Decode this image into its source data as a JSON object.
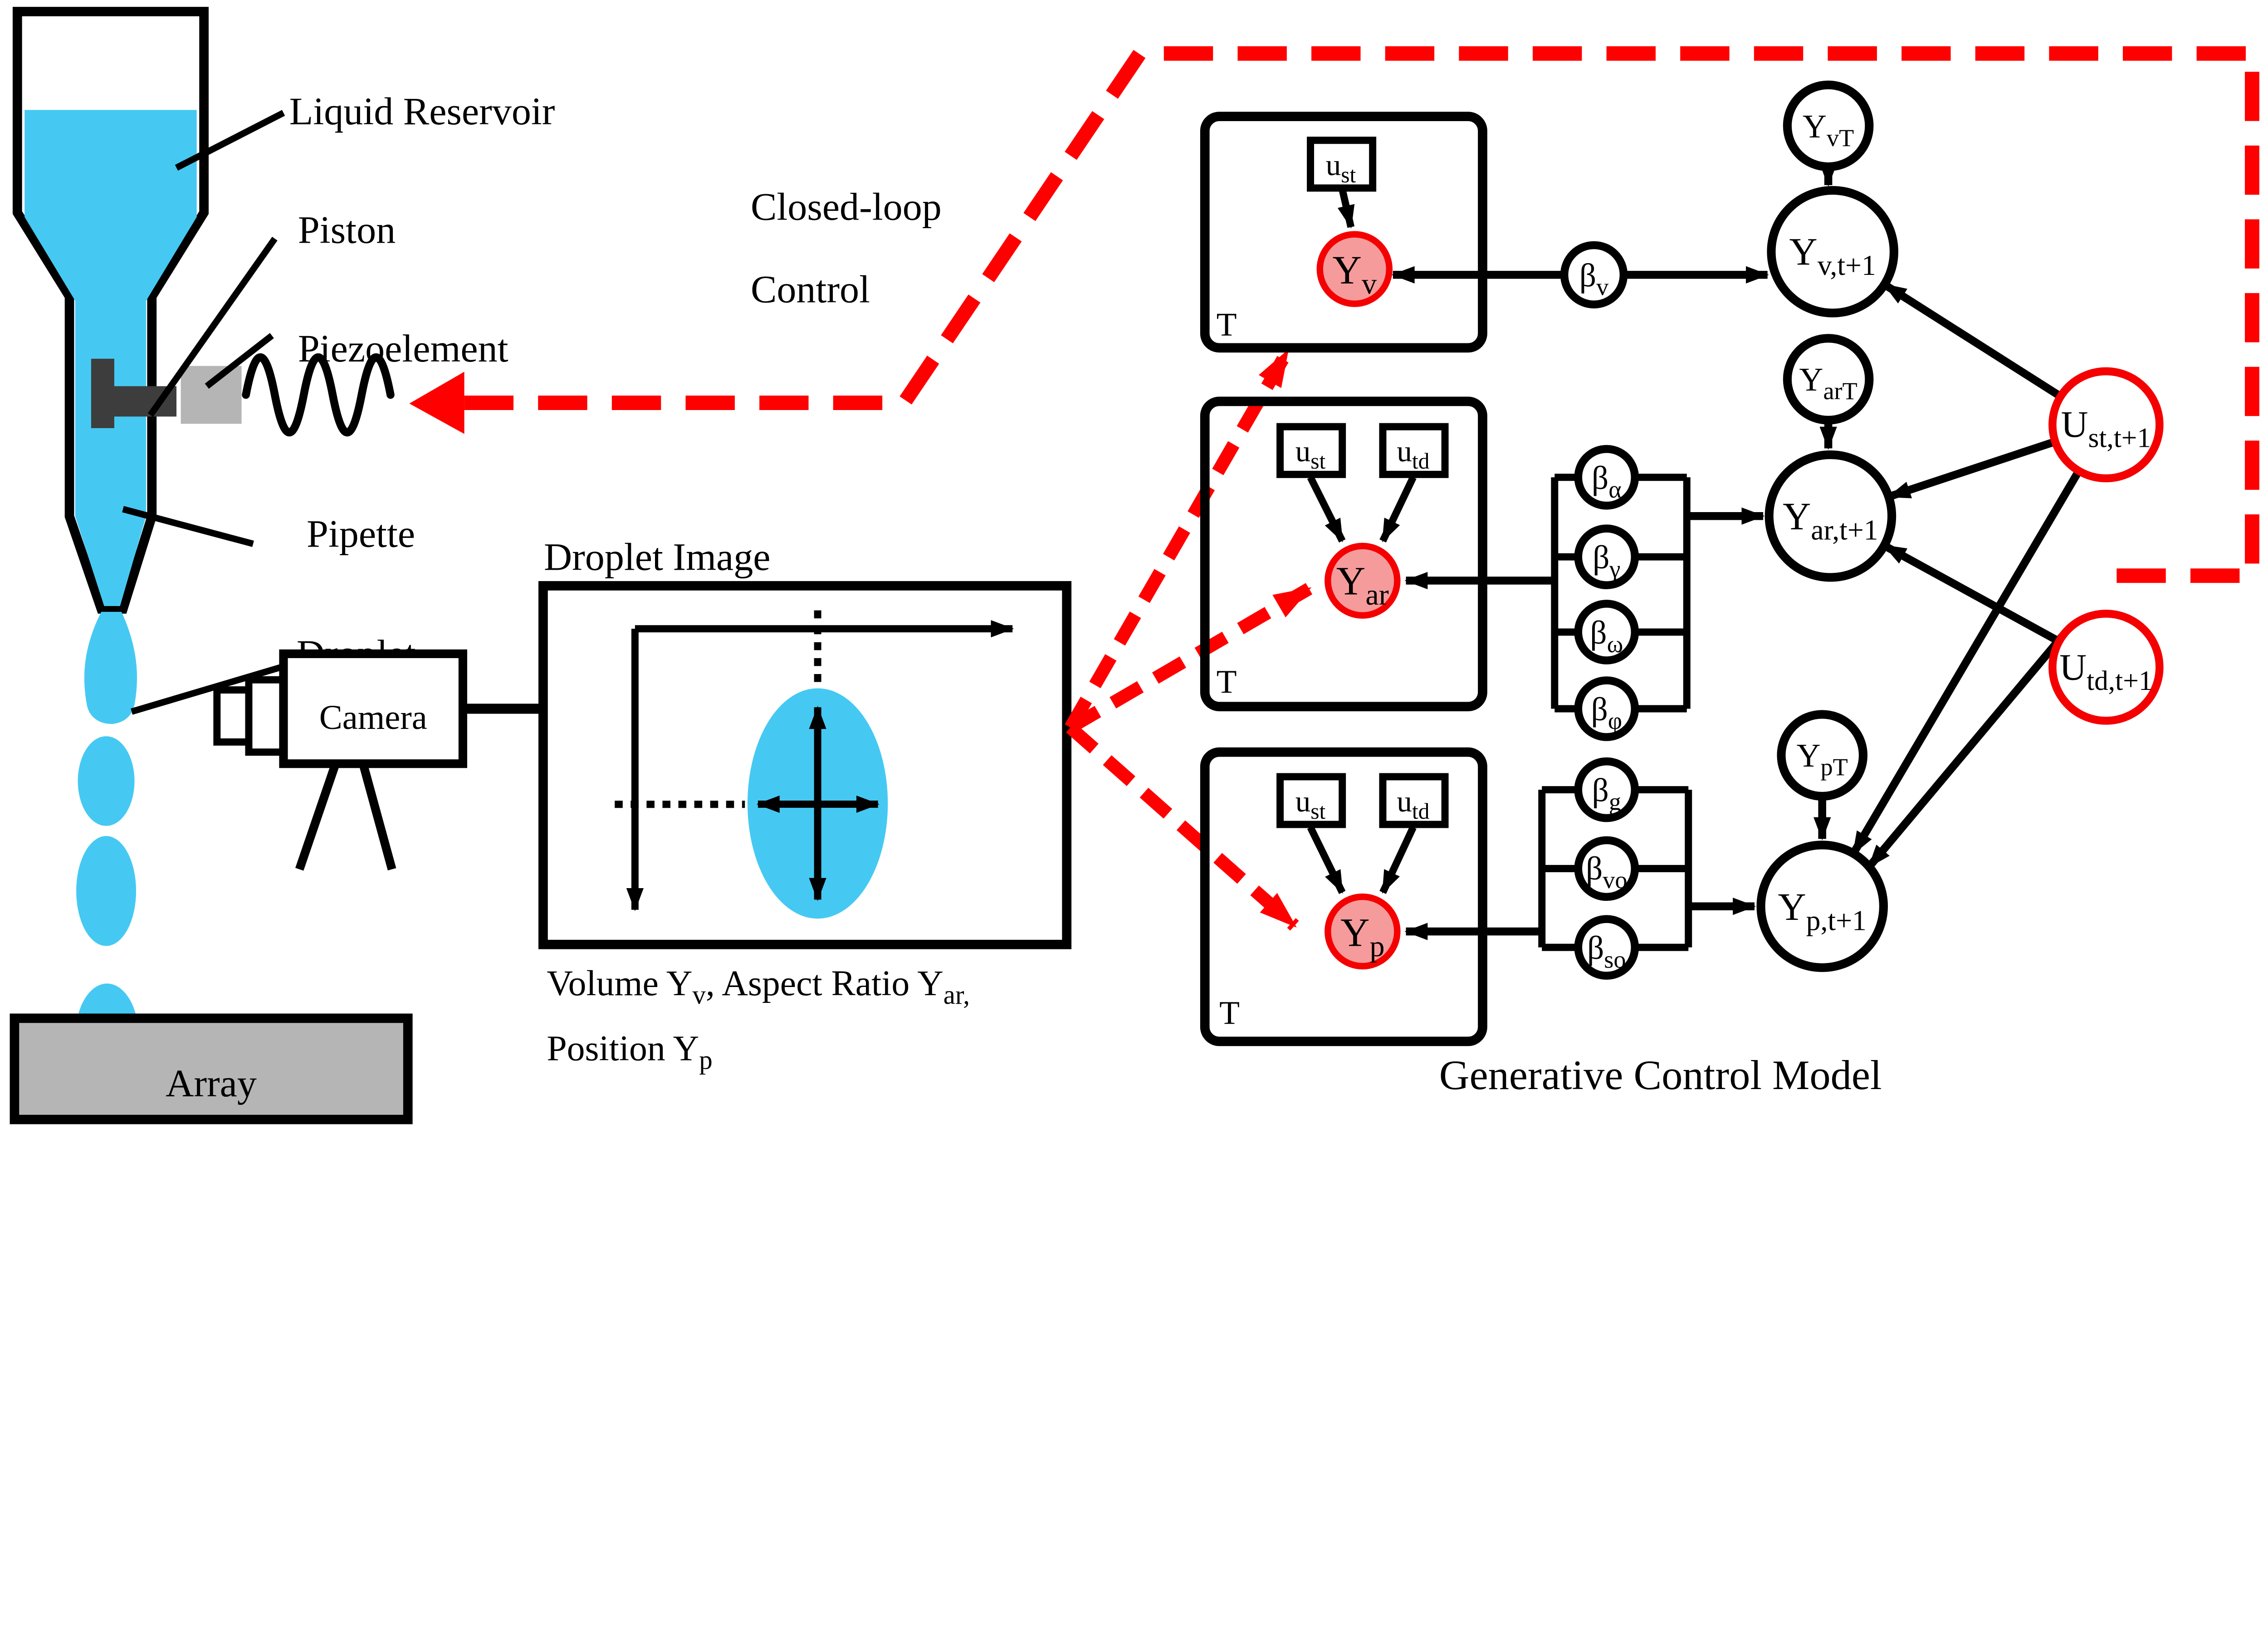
{
  "colors": {
    "accent_red": "#FF0000",
    "node_fill_red": "#F69B9B",
    "node_stroke_red": "#F40000",
    "liquid_cyan": "#45C9F2",
    "gray": "#B5B5B5",
    "piston_dark": "#3D3D3D"
  },
  "apparatus": {
    "liquid_reservoir": "Liquid Reservoir",
    "piston": "Piston",
    "piezoelement": "Piezoelement",
    "pipette": "Pipette",
    "droplet": "Droplet",
    "array": "Array",
    "camera": "Camera"
  },
  "closed_loop": {
    "line1": "Closed-loop",
    "line2": "Control"
  },
  "droplet_image": {
    "title": "Droplet Image",
    "caption": {
      "part1": "Volume Y",
      "sub1": "v",
      "part2": ", Aspect Ratio Y",
      "sub2": "ar,",
      "line2": "Position Y",
      "sub3": "p"
    }
  },
  "model": {
    "title": "Generative Control Model",
    "plate_T": "T",
    "u_st": {
      "main": "u",
      "sub": "st"
    },
    "u_td": {
      "main": "u",
      "sub": "td"
    },
    "y_v": {
      "main": "Y",
      "sub": "v"
    },
    "y_ar": {
      "main": "Y",
      "sub": "ar"
    },
    "y_p": {
      "main": "Y",
      "sub": "p"
    },
    "beta_v": {
      "main": "β",
      "sub": "v"
    },
    "beta_alpha": {
      "main": "β",
      "sub": "α"
    },
    "beta_gamma": {
      "main": "β",
      "sub": "γ"
    },
    "beta_omega": {
      "main": "β",
      "sub": "ω"
    },
    "beta_phi": {
      "main": "β",
      "sub": "φ"
    },
    "beta_g": {
      "main": "β",
      "sub": "g"
    },
    "beta_vo": {
      "main": "β",
      "sub": "vo"
    },
    "beta_so": {
      "main": "β",
      "sub": "so"
    },
    "y_vT": {
      "main": "Y",
      "sub": "vT"
    },
    "y_arT": {
      "main": "Y",
      "sub": "arT"
    },
    "y_pT": {
      "main": "Y",
      "sub": "pT"
    },
    "y_vt1": {
      "main": "Y",
      "sub": "v,t+1"
    },
    "y_art1": {
      "main": "Y",
      "sub": "ar,t+1"
    },
    "y_pt1": {
      "main": "Y",
      "sub": "p,t+1"
    },
    "u_st_t1": {
      "main": "U",
      "sub": "st,t+1"
    },
    "u_td_t1": {
      "main": "U",
      "sub": "td,t+1"
    }
  }
}
